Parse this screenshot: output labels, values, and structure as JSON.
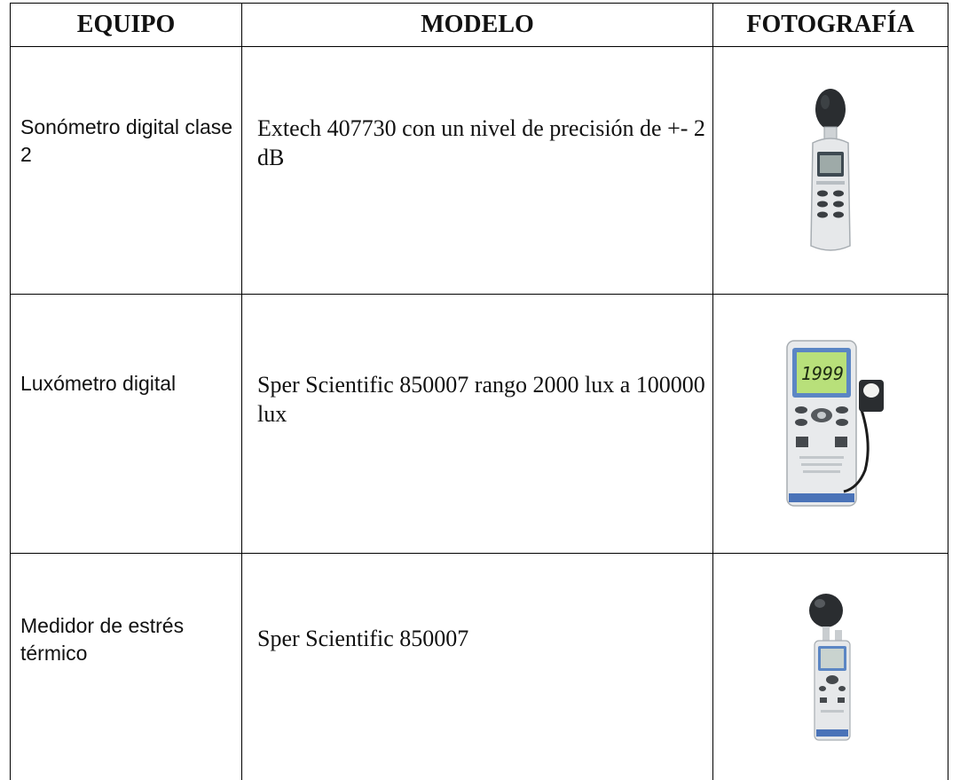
{
  "headers": {
    "equipo": "EQUIPO",
    "modelo": "MODELO",
    "fotografia": "FOTOGRAFÍA"
  },
  "rows": [
    {
      "equipo": "Sonómetro digital clase 2",
      "modelo": "Extech 407730 con un nivel de precisión de +- 2 dB",
      "photo": "sound-level-meter-photo"
    },
    {
      "equipo": "Luxómetro digital",
      "modelo": " Sper Scientific 850007 rango 2000 lux a 100000 lux",
      "photo": "light-meter-photo",
      "display_reading": "1999"
    },
    {
      "equipo": "Medidor de estrés térmico",
      "modelo": " Sper Scientific 850007",
      "photo": "heat-stress-meter-photo"
    }
  ],
  "colors": {
    "border": "#000000",
    "device_body": "#e6e8ea",
    "lcd_green": "#b8e07a",
    "lcd_grey": "#c9d3cf",
    "foam_ball": "#2a2d30",
    "bezel_blue": "#5b86c4"
  }
}
